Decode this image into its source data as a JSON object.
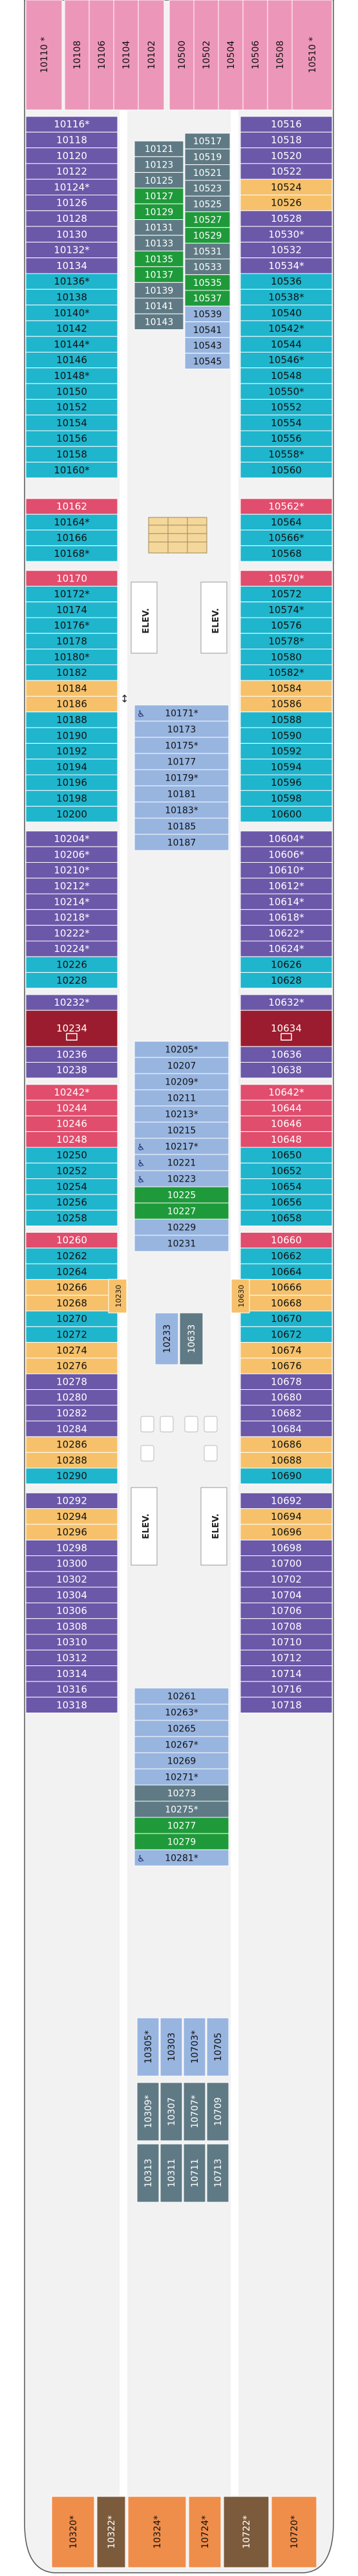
{
  "colors": {
    "purple": "#6b58a8",
    "teal": "#1fb5cd",
    "orange": "#f6c16a",
    "pink": "#e04d6d",
    "rose": "#ec97b9",
    "slate": "#5f7a84",
    "green": "#1f9a3a",
    "lightblue": "#98b5e0",
    "darkred": "#9b1c2e",
    "suite": "#ef8d4a",
    "suitedark": "#7b5b3c",
    "hull": "#f2f2f2",
    "outline": "#555555"
  },
  "labels": {
    "elevator": "ELEV."
  },
  "icons": {
    "accessible": "accessible-icon",
    "connecting": "connecting-arrows-icon",
    "sofa": "sofa-bed-icon"
  },
  "cabins": {
    "top": [
      {
        "n": "10110 *",
        "c": "rose"
      },
      {
        "n": "10108",
        "c": "rose"
      },
      {
        "n": "10106",
        "c": "rose"
      },
      {
        "n": "10104",
        "c": "rose"
      },
      {
        "n": "10102",
        "c": "rose"
      },
      {
        "n": "10500",
        "c": "rose"
      },
      {
        "n": "10502",
        "c": "rose"
      },
      {
        "n": "10504",
        "c": "rose"
      },
      {
        "n": "10506",
        "c": "rose"
      },
      {
        "n": "10508",
        "c": "rose"
      },
      {
        "n": "10510 *",
        "c": "rose"
      }
    ],
    "left": [
      {
        "n": "10116",
        "c": "purple",
        "s": 1
      },
      {
        "n": "10118",
        "c": "purple"
      },
      {
        "n": "10120",
        "c": "purple"
      },
      {
        "n": "10122",
        "c": "purple"
      },
      {
        "n": "10124",
        "c": "purple",
        "s": 1
      },
      {
        "n": "10126",
        "c": "purple"
      },
      {
        "n": "10128",
        "c": "purple"
      },
      {
        "n": "10130",
        "c": "purple"
      },
      {
        "n": "10132",
        "c": "purple",
        "s": 1
      },
      {
        "n": "10134",
        "c": "purple"
      },
      {
        "n": "10136",
        "c": "teal",
        "s": 1
      },
      {
        "n": "10138",
        "c": "teal"
      },
      {
        "n": "10140",
        "c": "teal",
        "s": 1
      },
      {
        "n": "10142",
        "c": "teal"
      },
      {
        "n": "10144",
        "c": "teal",
        "s": 1
      },
      {
        "n": "10146",
        "c": "teal"
      },
      {
        "n": "10148",
        "c": "teal",
        "s": 1
      },
      {
        "n": "10150",
        "c": "teal"
      },
      {
        "n": "10152",
        "c": "teal"
      },
      {
        "n": "10154",
        "c": "teal"
      },
      {
        "n": "10156",
        "c": "teal"
      },
      {
        "n": "10158",
        "c": "teal"
      },
      {
        "n": "10160",
        "c": "teal",
        "s": 1
      },
      {
        "n": "10162",
        "c": "pink"
      },
      {
        "n": "10164",
        "c": "teal",
        "s": 1
      },
      {
        "n": "10166",
        "c": "teal"
      },
      {
        "n": "10168",
        "c": "teal",
        "s": 1
      },
      {
        "n": "10170",
        "c": "pink"
      },
      {
        "n": "10172",
        "c": "teal",
        "s": 1
      },
      {
        "n": "10174",
        "c": "teal"
      },
      {
        "n": "10176",
        "c": "teal",
        "s": 1
      },
      {
        "n": "10178",
        "c": "teal"
      },
      {
        "n": "10180",
        "c": "teal",
        "s": 1
      },
      {
        "n": "10182",
        "c": "teal"
      },
      {
        "n": "10184",
        "c": "orange"
      },
      {
        "n": "10186",
        "c": "orange"
      },
      {
        "n": "10188",
        "c": "teal"
      },
      {
        "n": "10190",
        "c": "teal"
      },
      {
        "n": "10192",
        "c": "teal"
      },
      {
        "n": "10194",
        "c": "teal"
      },
      {
        "n": "10196",
        "c": "teal"
      },
      {
        "n": "10198",
        "c": "teal"
      },
      {
        "n": "10200",
        "c": "teal"
      },
      {
        "n": "10204",
        "c": "purple",
        "s": 1
      },
      {
        "n": "10206",
        "c": "purple",
        "s": 1
      },
      {
        "n": "10210",
        "c": "purple",
        "s": 1
      },
      {
        "n": "10212",
        "c": "purple",
        "s": 1
      },
      {
        "n": "10214",
        "c": "purple",
        "s": 1
      },
      {
        "n": "10218",
        "c": "purple",
        "s": 1
      },
      {
        "n": "10222",
        "c": "purple",
        "s": 1
      },
      {
        "n": "10224",
        "c": "purple",
        "s": 1
      },
      {
        "n": "10226",
        "c": "teal"
      },
      {
        "n": "10228",
        "c": "teal"
      },
      {
        "n": "10232",
        "c": "purple",
        "s": 1
      },
      {
        "n": "10234",
        "c": "darkred",
        "sofa": 1
      },
      {
        "n": "10236",
        "c": "purple"
      },
      {
        "n": "10238",
        "c": "purple"
      },
      {
        "n": "10242",
        "c": "pink",
        "s": 1
      },
      {
        "n": "10244",
        "c": "pink"
      },
      {
        "n": "10246",
        "c": "pink"
      },
      {
        "n": "10248",
        "c": "pink"
      },
      {
        "n": "10250",
        "c": "teal"
      },
      {
        "n": "10252",
        "c": "teal"
      },
      {
        "n": "10254",
        "c": "teal"
      },
      {
        "n": "10256",
        "c": "teal"
      },
      {
        "n": "10258",
        "c": "teal"
      },
      {
        "n": "10260",
        "c": "pink"
      },
      {
        "n": "10262",
        "c": "teal"
      },
      {
        "n": "10264",
        "c": "teal"
      },
      {
        "n": "10266",
        "c": "orange"
      },
      {
        "n": "10268",
        "c": "orange"
      },
      {
        "n": "10270",
        "c": "teal"
      },
      {
        "n": "10272",
        "c": "teal"
      },
      {
        "n": "10274",
        "c": "orange"
      },
      {
        "n": "10276",
        "c": "orange"
      },
      {
        "n": "10278",
        "c": "purple"
      },
      {
        "n": "10280",
        "c": "purple"
      },
      {
        "n": "10282",
        "c": "purple"
      },
      {
        "n": "10284",
        "c": "purple"
      },
      {
        "n": "10286",
        "c": "orange"
      },
      {
        "n": "10288",
        "c": "orange"
      },
      {
        "n": "10290",
        "c": "teal"
      },
      {
        "n": "10292",
        "c": "purple"
      },
      {
        "n": "10294",
        "c": "orange"
      },
      {
        "n": "10296",
        "c": "orange"
      },
      {
        "n": "10298",
        "c": "purple"
      },
      {
        "n": "10300",
        "c": "purple"
      },
      {
        "n": "10302",
        "c": "purple"
      },
      {
        "n": "10304",
        "c": "purple"
      },
      {
        "n": "10306",
        "c": "purple"
      },
      {
        "n": "10308",
        "c": "purple"
      },
      {
        "n": "10310",
        "c": "purple"
      },
      {
        "n": "10312",
        "c": "purple"
      },
      {
        "n": "10314",
        "c": "purple"
      },
      {
        "n": "10316",
        "c": "purple"
      },
      {
        "n": "10318",
        "c": "purple"
      }
    ],
    "right": [
      {
        "n": "10516",
        "c": "purple"
      },
      {
        "n": "10518",
        "c": "purple"
      },
      {
        "n": "10520",
        "c": "purple"
      },
      {
        "n": "10522",
        "c": "purple"
      },
      {
        "n": "10524",
        "c": "orange"
      },
      {
        "n": "10526",
        "c": "orange"
      },
      {
        "n": "10528",
        "c": "purple"
      },
      {
        "n": "10530",
        "c": "purple",
        "s": 1
      },
      {
        "n": "10532",
        "c": "purple"
      },
      {
        "n": "10534",
        "c": "purple",
        "s": 1
      },
      {
        "n": "10536",
        "c": "teal"
      },
      {
        "n": "10538",
        "c": "teal",
        "s": 1
      },
      {
        "n": "10540",
        "c": "teal"
      },
      {
        "n": "10542",
        "c": "teal",
        "s": 1
      },
      {
        "n": "10544",
        "c": "teal"
      },
      {
        "n": "10546",
        "c": "teal",
        "s": 1
      },
      {
        "n": "10548",
        "c": "teal"
      },
      {
        "n": "10550",
        "c": "teal",
        "s": 1
      },
      {
        "n": "10552",
        "c": "teal"
      },
      {
        "n": "10554",
        "c": "teal"
      },
      {
        "n": "10556",
        "c": "teal"
      },
      {
        "n": "10558",
        "c": "teal",
        "s": 1
      },
      {
        "n": "10560",
        "c": "teal"
      },
      {
        "n": "10562",
        "c": "pink",
        "s": 1
      },
      {
        "n": "10564",
        "c": "teal"
      },
      {
        "n": "10566",
        "c": "teal",
        "s": 1
      },
      {
        "n": "10568",
        "c": "teal"
      },
      {
        "n": "10570",
        "c": "pink",
        "s": 1
      },
      {
        "n": "10572",
        "c": "teal"
      },
      {
        "n": "10574",
        "c": "teal",
        "s": 1
      },
      {
        "n": "10576",
        "c": "teal"
      },
      {
        "n": "10578",
        "c": "teal",
        "s": 1
      },
      {
        "n": "10580",
        "c": "teal"
      },
      {
        "n": "10582",
        "c": "teal",
        "s": 1
      },
      {
        "n": "10584",
        "c": "orange"
      },
      {
        "n": "10586",
        "c": "orange"
      },
      {
        "n": "10588",
        "c": "teal"
      },
      {
        "n": "10590",
        "c": "teal"
      },
      {
        "n": "10592",
        "c": "teal"
      },
      {
        "n": "10594",
        "c": "teal"
      },
      {
        "n": "10596",
        "c": "teal"
      },
      {
        "n": "10598",
        "c": "teal"
      },
      {
        "n": "10600",
        "c": "teal"
      },
      {
        "n": "10604",
        "c": "purple",
        "s": 1
      },
      {
        "n": "10606",
        "c": "purple",
        "s": 1
      },
      {
        "n": "10610",
        "c": "purple",
        "s": 1
      },
      {
        "n": "10612",
        "c": "purple",
        "s": 1
      },
      {
        "n": "10614",
        "c": "purple",
        "s": 1
      },
      {
        "n": "10618",
        "c": "purple",
        "s": 1
      },
      {
        "n": "10622",
        "c": "purple",
        "s": 1
      },
      {
        "n": "10624",
        "c": "purple",
        "s": 1
      },
      {
        "n": "10626",
        "c": "teal"
      },
      {
        "n": "10628",
        "c": "teal"
      },
      {
        "n": "10632",
        "c": "purple",
        "s": 1
      },
      {
        "n": "10634",
        "c": "darkred",
        "sofa": 1
      },
      {
        "n": "10636",
        "c": "purple"
      },
      {
        "n": "10638",
        "c": "purple"
      },
      {
        "n": "10642",
        "c": "pink",
        "s": 1
      },
      {
        "n": "10644",
        "c": "pink"
      },
      {
        "n": "10646",
        "c": "pink"
      },
      {
        "n": "10648",
        "c": "pink"
      },
      {
        "n": "10650",
        "c": "teal"
      },
      {
        "n": "10652",
        "c": "teal"
      },
      {
        "n": "10654",
        "c": "teal"
      },
      {
        "n": "10656",
        "c": "teal"
      },
      {
        "n": "10658",
        "c": "teal"
      },
      {
        "n": "10660",
        "c": "pink"
      },
      {
        "n": "10662",
        "c": "teal"
      },
      {
        "n": "10664",
        "c": "teal"
      },
      {
        "n": "10666",
        "c": "orange"
      },
      {
        "n": "10668",
        "c": "orange"
      },
      {
        "n": "10670",
        "c": "teal"
      },
      {
        "n": "10672",
        "c": "teal"
      },
      {
        "n": "10674",
        "c": "orange"
      },
      {
        "n": "10676",
        "c": "orange"
      },
      {
        "n": "10678",
        "c": "purple"
      },
      {
        "n": "10680",
        "c": "purple"
      },
      {
        "n": "10682",
        "c": "purple"
      },
      {
        "n": "10684",
        "c": "purple"
      },
      {
        "n": "10686",
        "c": "orange"
      },
      {
        "n": "10688",
        "c": "orange"
      },
      {
        "n": "10690",
        "c": "teal"
      },
      {
        "n": "10692",
        "c": "purple"
      },
      {
        "n": "10694",
        "c": "orange"
      },
      {
        "n": "10696",
        "c": "orange"
      },
      {
        "n": "10698",
        "c": "purple"
      },
      {
        "n": "10700",
        "c": "purple"
      },
      {
        "n": "10702",
        "c": "purple"
      },
      {
        "n": "10704",
        "c": "purple"
      },
      {
        "n": "10706",
        "c": "purple"
      },
      {
        "n": "10708",
        "c": "purple"
      },
      {
        "n": "10710",
        "c": "purple"
      },
      {
        "n": "10712",
        "c": "purple"
      },
      {
        "n": "10714",
        "c": "purple"
      },
      {
        "n": "10716",
        "c": "purple"
      },
      {
        "n": "10718",
        "c": "purple"
      }
    ],
    "centerA_left": [
      {
        "n": "10121",
        "c": "slate"
      },
      {
        "n": "10123",
        "c": "slate"
      },
      {
        "n": "10125",
        "c": "slate"
      },
      {
        "n": "10127",
        "c": "green"
      },
      {
        "n": "10129",
        "c": "green"
      },
      {
        "n": "10131",
        "c": "slate"
      },
      {
        "n": "10133",
        "c": "slate"
      },
      {
        "n": "10135",
        "c": "green"
      },
      {
        "n": "10137",
        "c": "green"
      },
      {
        "n": "10139",
        "c": "slate"
      },
      {
        "n": "10141",
        "c": "slate"
      },
      {
        "n": "10143",
        "c": "slate"
      }
    ],
    "centerA_right": [
      {
        "n": "10517",
        "c": "slate"
      },
      {
        "n": "10519",
        "c": "slate"
      },
      {
        "n": "10521",
        "c": "slate"
      },
      {
        "n": "10523",
        "c": "slate"
      },
      {
        "n": "10525",
        "c": "slate"
      },
      {
        "n": "10527",
        "c": "green"
      },
      {
        "n": "10529",
        "c": "green"
      },
      {
        "n": "10531",
        "c": "slate"
      },
      {
        "n": "10533",
        "c": "slate"
      },
      {
        "n": "10535",
        "c": "green"
      },
      {
        "n": "10537",
        "c": "green"
      },
      {
        "n": "10539",
        "c": "lightblue"
      },
      {
        "n": "10541",
        "c": "lightblue"
      },
      {
        "n": "10543",
        "c": "lightblue"
      },
      {
        "n": "10545",
        "c": "lightblue"
      }
    ],
    "centerB": [
      {
        "n": "10171",
        "c": "lightblue",
        "s": 1,
        "acc": 1
      },
      {
        "n": "10173",
        "c": "lightblue"
      },
      {
        "n": "10175",
        "c": "lightblue",
        "s": 1
      },
      {
        "n": "10177",
        "c": "lightblue"
      },
      {
        "n": "10179",
        "c": "lightblue",
        "s": 1
      },
      {
        "n": "10181",
        "c": "lightblue"
      },
      {
        "n": "10183",
        "c": "lightblue",
        "s": 1
      },
      {
        "n": "10185",
        "c": "lightblue"
      },
      {
        "n": "10187",
        "c": "lightblue"
      }
    ],
    "centerC": [
      {
        "n": "10205",
        "c": "lightblue",
        "s": 1
      },
      {
        "n": "10207",
        "c": "lightblue"
      },
      {
        "n": "10209",
        "c": "lightblue",
        "s": 1
      },
      {
        "n": "10211",
        "c": "lightblue"
      },
      {
        "n": "10213",
        "c": "lightblue",
        "s": 1
      },
      {
        "n": "10215",
        "c": "lightblue"
      },
      {
        "n": "10217",
        "c": "lightblue",
        "s": 1,
        "acc": 1
      },
      {
        "n": "10221",
        "c": "lightblue",
        "acc": 1
      },
      {
        "n": "10223",
        "c": "lightblue",
        "acc": 1
      },
      {
        "n": "10225",
        "c": "green"
      },
      {
        "n": "10227",
        "c": "green"
      },
      {
        "n": "10229",
        "c": "lightblue"
      },
      {
        "n": "10231",
        "c": "lightblue"
      }
    ],
    "centerD": [
      {
        "n": "10261",
        "c": "lightblue"
      },
      {
        "n": "10263",
        "c": "lightblue",
        "s": 1
      },
      {
        "n": "10265",
        "c": "lightblue"
      },
      {
        "n": "10267",
        "c": "lightblue",
        "s": 1
      },
      {
        "n": "10269",
        "c": "lightblue"
      },
      {
        "n": "10271",
        "c": "lightblue",
        "s": 1
      },
      {
        "n": "10273",
        "c": "slate"
      },
      {
        "n": "10275",
        "c": "slate",
        "s": 1
      },
      {
        "n": "10277",
        "c": "green"
      },
      {
        "n": "10279",
        "c": "green"
      },
      {
        "n": "10281",
        "c": "lightblue",
        "s": 1,
        "acc": 1
      }
    ],
    "verticalMid": [
      {
        "n": "10230",
        "c": "orange"
      },
      {
        "n": "10630",
        "c": "orange"
      },
      {
        "n": "10233",
        "c": "lightblue"
      },
      {
        "n": "10633",
        "c": "slate"
      }
    ],
    "verticalBottom": [
      {
        "n": "10305",
        "c": "lightblue",
        "s": 1
      },
      {
        "n": "10303",
        "c": "lightblue"
      },
      {
        "n": "10703",
        "c": "lightblue",
        "s": 1
      },
      {
        "n": "10705",
        "c": "lightblue"
      },
      {
        "n": "10309",
        "c": "slate",
        "s": 1
      },
      {
        "n": "10307",
        "c": "slate"
      },
      {
        "n": "10707",
        "c": "slate",
        "s": 1
      },
      {
        "n": "10709",
        "c": "slate"
      },
      {
        "n": "10313",
        "c": "slate"
      },
      {
        "n": "10311",
        "c": "slate"
      },
      {
        "n": "10711",
        "c": "slate"
      },
      {
        "n": "10713",
        "c": "slate"
      }
    ],
    "suites": [
      {
        "n": "10320",
        "c": "suite",
        "s": 1
      },
      {
        "n": "10322",
        "c": "suitedark",
        "s": 1
      },
      {
        "n": "10324",
        "c": "suite",
        "s": 1
      },
      {
        "n": "10724",
        "c": "suite",
        "s": 1
      },
      {
        "n": "10722",
        "c": "suitedark",
        "s": 1
      },
      {
        "n": "10720",
        "c": "suite",
        "s": 1
      }
    ]
  }
}
